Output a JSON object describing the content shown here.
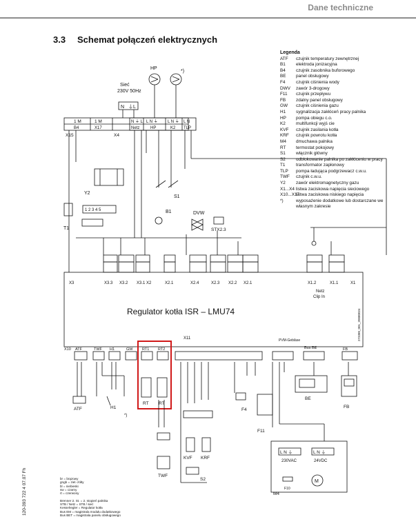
{
  "header": {
    "title": "Dane techniczne"
  },
  "section": {
    "number": "3.3",
    "title": "Schemat połączeń elektrycznych"
  },
  "legend": {
    "title": "Legenda",
    "items": [
      {
        "code": "ATF",
        "desc": "czujnik temperatury zewnętrznej"
      },
      {
        "code": "B1",
        "desc": "elektroda jonizacyjna"
      },
      {
        "code": "B4",
        "desc": "czujnik zasobnika buforowego"
      },
      {
        "code": "BE",
        "desc": "panel obsługowy"
      },
      {
        "code": "F4",
        "desc": "czujnik ciśnienia wody"
      },
      {
        "code": "DWV",
        "desc": "zawór 3-drogowy"
      },
      {
        "code": "F11",
        "desc": "czujnik przepływu"
      },
      {
        "code": "FB",
        "desc": "zdalny panel obsługowy"
      },
      {
        "code": "GW",
        "desc": "czujnik ciśnienia gazu"
      },
      {
        "code": "H1",
        "desc": "sygnalizacja zakłóceń pracy palnika"
      },
      {
        "code": "HP",
        "desc": "pompa obiegu c.o."
      },
      {
        "code": "K2",
        "desc": "multifunkcji wyjś cie"
      },
      {
        "code": "KVF",
        "desc": "czujnik zasilania kotła"
      },
      {
        "code": "KRF",
        "desc": "czujnik powrotu kotła"
      },
      {
        "code": "M4",
        "desc": "dmuchawa palnika"
      },
      {
        "code": "RT",
        "desc": "termostat pokojowy"
      },
      {
        "code": "S1",
        "desc": "włącznik główny"
      },
      {
        "code": "S2",
        "desc": "odblokowanie palnika po zakłóceniu w pracy"
      },
      {
        "code": "T1",
        "desc": "transformator zapłonowy"
      },
      {
        "code": "TLP",
        "desc": "pompa ładująca podgrzewacz c.w.u."
      },
      {
        "code": "TWF",
        "desc": "czujnik c.w.u."
      },
      {
        "code": "Y2",
        "desc": "zawór elektromagnetyczny gazu"
      },
      {
        "code": "X1...X4",
        "desc": "listwa zaciskowa napięcia sieciowego"
      },
      {
        "code": "X10...X17",
        "desc": "listwa zaciskowa niskiego napięcia"
      },
      {
        "code": "*)",
        "desc": "wyposażenie dodatkowe lub dostarczane we własnym zakresie"
      }
    ]
  },
  "diagram": {
    "controller_title": "Regulator kotła ISR – LMU74",
    "mains_label": "Sieć",
    "mains_voltage": "230V 50Hz",
    "netz": "Netz",
    "clip_in": "Clip In",
    "bus_be": "Bus BE",
    "pvm": "PVM-Gebläse",
    "v230": "230VAC",
    "v24": "24VDC",
    "fuse": "F10",
    "motor": "M",
    "top_terminals": [
      "B4",
      "X17",
      "Netz",
      "HP",
      "K2",
      "TLP"
    ],
    "top_groups": [
      "X15",
      "X4"
    ],
    "upper_row": [
      "X3",
      "X3.3",
      "X3.2",
      "X3.1",
      "X2",
      "X2.1",
      "X2.4",
      "X2.3",
      "X2.2",
      "X2.1",
      "X1.2",
      "X1.1",
      "X1"
    ],
    "lower_row": [
      "X10",
      "ATF",
      "TWF",
      "H1",
      "GW",
      "RT1",
      "RT2",
      "X11",
      "FB"
    ],
    "components": {
      "hp": "HP",
      "star": "*)",
      "y2": "Y2",
      "t1": "T1",
      "s1": "S1",
      "b1": "B1",
      "dvw": "DVW",
      "stx": "STX2.3",
      "atf": "ATF",
      "h1": "H1",
      "rt_a": "RT",
      "rt_b": "RT",
      "twf": "TWF",
      "kvf": "KVF",
      "krf": "KRF",
      "s2": "S2",
      "f4": "F4",
      "f11": "F11",
      "be": "BE",
      "fb": "FB",
      "m4": "M4"
    },
    "vertical_code": "273380_001_20080024"
  },
  "side_code": "120-393 722 4 07.07 Fh",
  "notes": [
    "br = brązowy",
    "gngb = ziel.-żółty",
    "bl = niebieski",
    "sw = czarny",
    "rt = czerwony",
    "",
    "Brenner 2. St. = 2. stopień palnika",
    "STB / Netz = STB / sieć",
    "Kesselregler = Regulator kotła",
    "Bus EM = magistrala modułu dodatkowego",
    "Bus BET = magistrala panelu obsługowego"
  ],
  "colors": {
    "header_text": "#8a8a8a",
    "highlight": "#d01818",
    "line": "#111111"
  }
}
